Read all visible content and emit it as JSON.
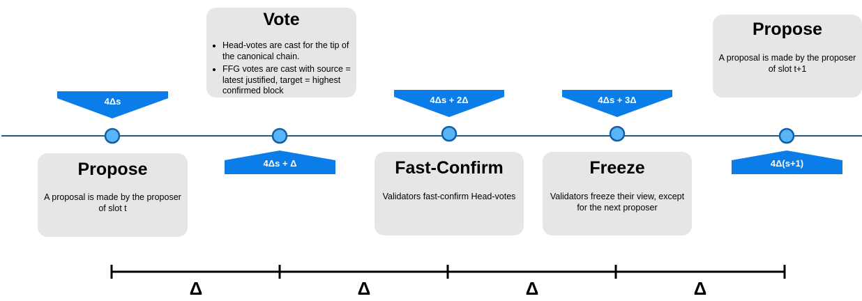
{
  "phases": {
    "propose_t": {
      "title": "Propose",
      "desc": "A proposal is made by the proposer of slot t"
    },
    "vote": {
      "title": "Vote",
      "bullets": [
        "Head-votes are cast for the tip of the canonical chain.",
        "FFG votes are cast with source = latest justified, target = highest confirmed block"
      ]
    },
    "fast_confirm": {
      "title": "Fast-Confirm",
      "desc": "Validators fast-confirm Head-votes"
    },
    "freeze": {
      "title": "Freeze",
      "desc": "Validators freeze their view, except for the next proposer"
    },
    "propose_t1": {
      "title": "Propose",
      "desc": "A proposal is made by the proposer of slot t+1"
    }
  },
  "times": {
    "t0": "4Δs",
    "t1": "4Δs + Δ",
    "t2": "4Δs + 2Δ",
    "t3": "4Δs + 3Δ",
    "t4": "4Δ(s+1)"
  },
  "scale": {
    "intervals": [
      "Δ",
      "Δ",
      "Δ",
      "Δ"
    ]
  },
  "colors": {
    "accent": "#0a7de8",
    "node_fill": "#5ab4f5",
    "node_stroke": "#0e5fa8",
    "line": "#1b5c8c",
    "box": "#e6e6e6"
  }
}
